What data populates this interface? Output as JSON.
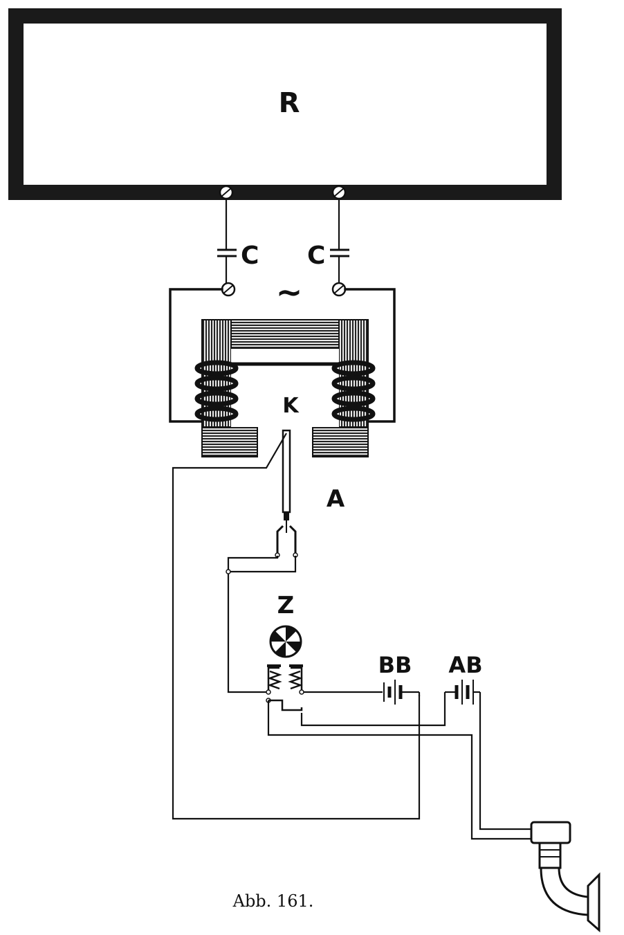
{
  "labels": {
    "antenna": "R",
    "cap_left": "C",
    "cap_right": "C",
    "ac": "~",
    "contact": "K",
    "armature": "A",
    "interrupter": "Z",
    "battery_bb": "BB",
    "battery_ab": "AB"
  },
  "caption": "Abb. 161.",
  "colors": {
    "ink": "#111111",
    "paper": "#ffffff",
    "hatch": "#555555"
  }
}
